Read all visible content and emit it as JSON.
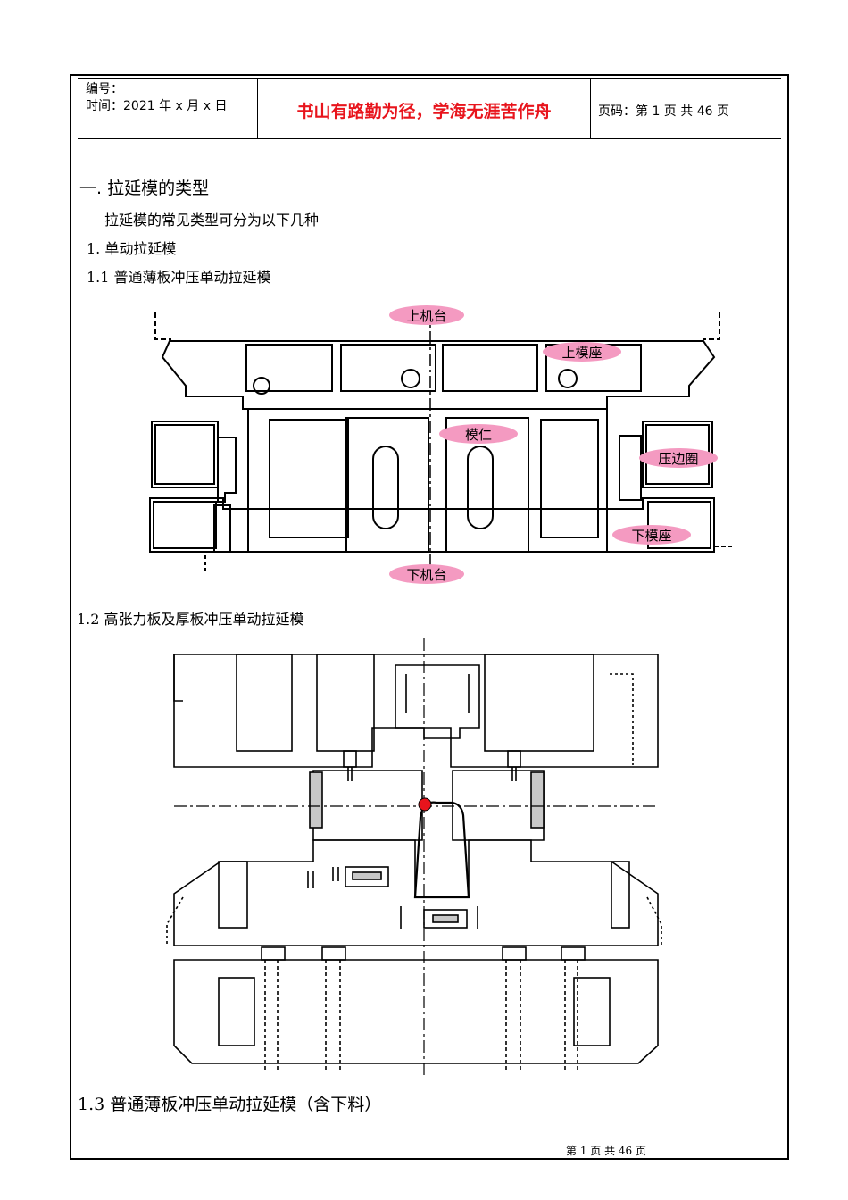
{
  "header": {
    "number_label": "编号：",
    "time_text": "时间：2021 年 x 月 x 日",
    "motto": "书山有路勤为径，学海无涯苦作舟",
    "page_code": "页码：第 1 页  共 46 页"
  },
  "section": {
    "title": "一. 拉延模的类型",
    "intro": "拉延模的常见类型可分为以下几种",
    "item1": "1.  单动拉延模",
    "item1_1": "1.1 普通薄板冲压单动拉延模",
    "item1_2": "1.2 高张力板及厚板冲压单动拉延模",
    "item1_3": "1.3 普通薄板冲压单动拉延模（含下料）"
  },
  "figure1": {
    "labels": {
      "upper_press": "上机台",
      "upper_die_seat": "上模座",
      "punch": "模仁",
      "blank_holder": "压边圈",
      "lower_die_seat": "下模座",
      "lower_press": "下机台"
    },
    "label_fill": "#f49ac1"
  },
  "footer": {
    "text": "第  1  页  共  46  页"
  }
}
